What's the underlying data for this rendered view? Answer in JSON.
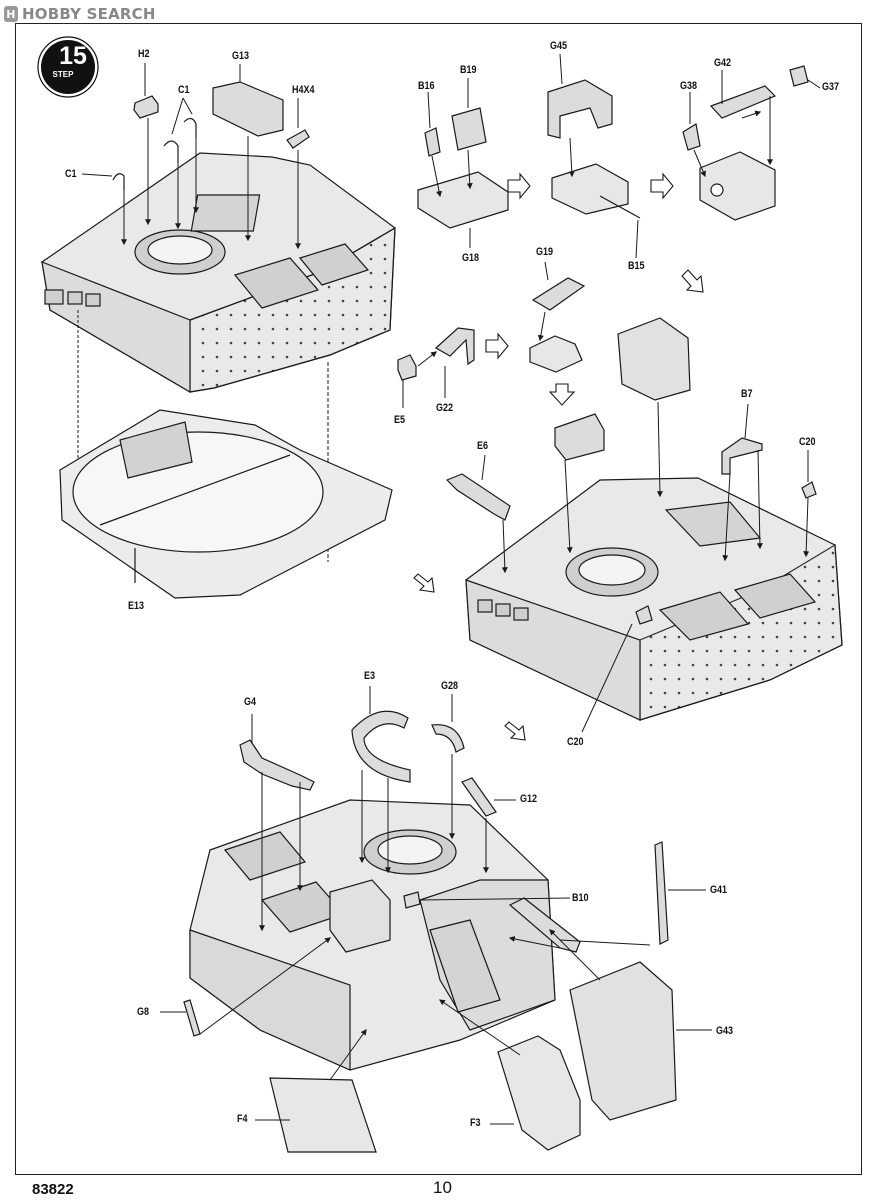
{
  "header": {
    "watermark": "HOBBY SEARCH",
    "watermark_logo": "H"
  },
  "step": {
    "number": "15",
    "word": "STEP"
  },
  "footer": {
    "kit_code": "83822",
    "page_number": "10"
  },
  "parts": {
    "H2": "H2",
    "G13": "G13",
    "H4X4": "H4X4",
    "C1_pair": "C1",
    "C1_single": "C1",
    "E13": "E13",
    "B16": "B16",
    "B19": "B19",
    "G18": "G18",
    "G45": "G45",
    "B15": "B15",
    "G42": "G42",
    "G38": "G38",
    "G37": "G37",
    "E5": "E5",
    "G22": "G22",
    "G19": "G19",
    "B7": "B7",
    "E6": "E6",
    "C20_top": "C20",
    "C20_bottom": "C20",
    "G4": "G4",
    "E3": "E3",
    "G28": "G28",
    "G12": "G12",
    "B10": "B10",
    "G41": "G41",
    "G8": "G8",
    "G43": "G43",
    "F4": "F4",
    "F3": "F3"
  },
  "colors": {
    "line": "#1a1a1a",
    "hull": "#e9e9e9",
    "hull_dark": "#cfcfcf",
    "part": "#d9d9d9",
    "badge": "#111111"
  }
}
